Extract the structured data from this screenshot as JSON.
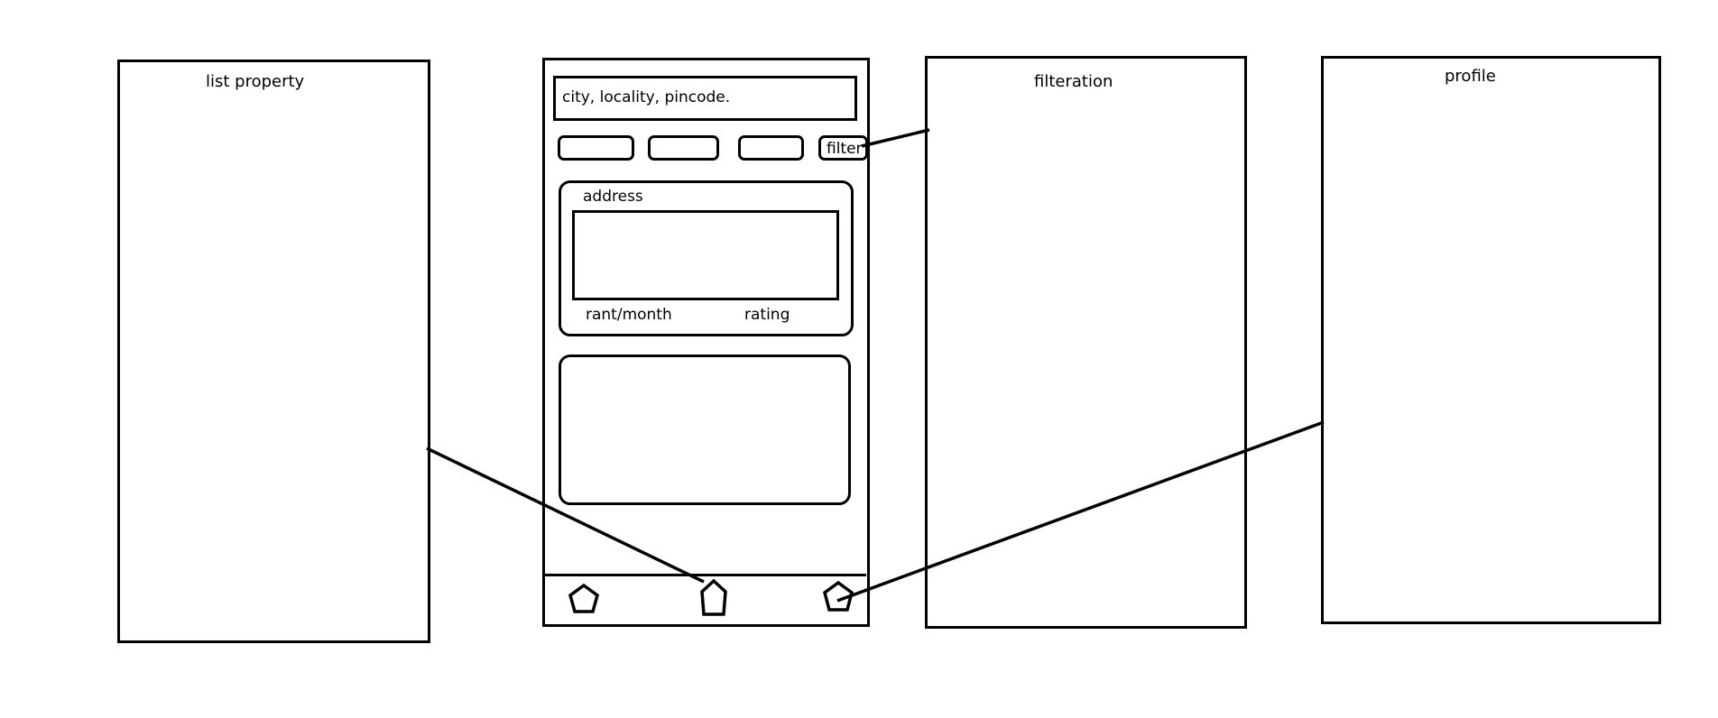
{
  "screens": {
    "list_property": {
      "title": "list property"
    },
    "filteration": {
      "title": "filteration"
    },
    "profile": {
      "title": "profile"
    }
  },
  "main_screen": {
    "search": {
      "placeholder": "city, locality, pincode."
    },
    "filter_chips": [
      "",
      "",
      ""
    ],
    "filter_button": {
      "label": "filter"
    },
    "property_card": {
      "address_label": "address",
      "rent_label": "rant/month",
      "rating_label": "rating"
    },
    "bottom_nav": {
      "icons": [
        "pentagon-icon",
        "pentagon-icon",
        "pentagon-icon"
      ]
    }
  },
  "colors": {
    "stroke": "#000000",
    "background": "#ffffff"
  }
}
